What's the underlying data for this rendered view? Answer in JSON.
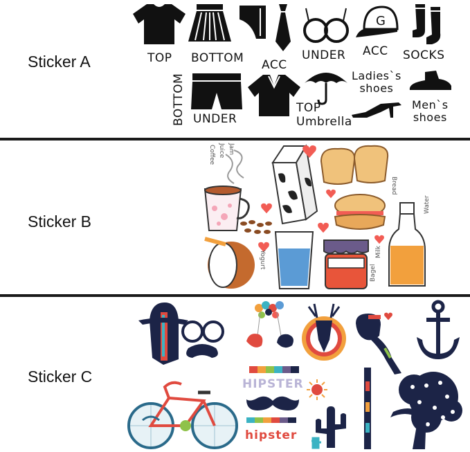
{
  "rows": [
    {
      "label": "Sticker A"
    },
    {
      "label": "Sticker B"
    },
    {
      "label": "Sticker C"
    }
  ],
  "sticker_a": {
    "labels": {
      "top1": "TOP",
      "bottom1": "BOTTOM",
      "acc1": "ACC",
      "under1": "UNDER",
      "acc2": "ACC",
      "socks": "SOCKS",
      "bottom2": "BOTTOM",
      "under2": "UNDER",
      "top2": "TOP",
      "umbrella": "Umbrella",
      "ladies_shoes": "Ladies`s\nshoes",
      "mens_shoes": "Men`s\nshoes",
      "cap_letter": "G"
    }
  },
  "sticker_b": {
    "labels": {
      "coffee": "Coffee",
      "juice": "Juice",
      "jam": "Jam",
      "bread": "Bread",
      "water": "Water",
      "milk": "Milk",
      "bagel": "Bagel",
      "yogurt": "Yogurt"
    },
    "colors": {
      "heart": "#f25c54",
      "bread": "#f0c27b",
      "juice": "#f2a03d",
      "water": "#5b9bd5",
      "jam": "#e8553a"
    }
  },
  "sticker_c": {
    "labels": {
      "hipster_caps": "HIPSTER",
      "hipster_lower": "hipster"
    },
    "colors": {
      "navy": "#1c2447",
      "accent": "#e04a3f",
      "teal": "#3bb3c3"
    }
  }
}
